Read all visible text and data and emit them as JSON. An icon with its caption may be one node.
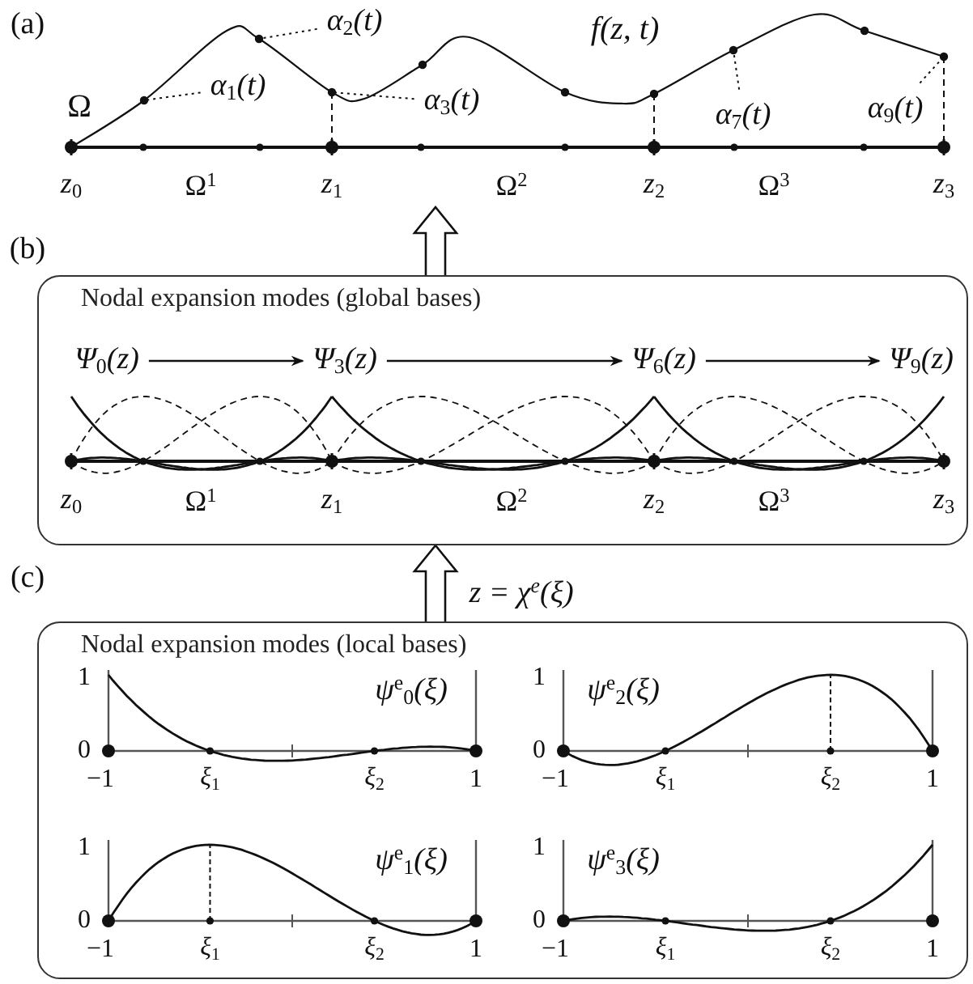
{
  "diagram": {
    "nodes": [
      {
        "text": [
          "α$_{1}$(t)"
        ]
      },
      {
        "text": [
          "α$_{2}$(t)"
        ]
      },
      {
        "text": [
          "α$_{3}$(t)"
        ]
      },
      {
        "text": [
          "α$_{7}$(t)"
        ]
      },
      {
        "text": [
          "α$_{9}$(t)"
        ]
      },
      {
        "text": [
          "Nodal expansion modes (global bases)"
        ]
      },
      {
        "text": [
          "Ψ$_{0}$(z)"
        ],
        "in": 5
      },
      {
        "text": [
          "Ψ$_{3}$(z)"
        ],
        "in": 5
      },
      {
        "text": [
          "Ψ$_{6}$(z)"
        ],
        "in": 5
      },
      {
        "text": [
          "Ψ$_{9}$(z)"
        ],
        "in": 5
      },
      {
        "text": [
          "Nodal expansion modes (local bases)"
        ]
      },
      {
        "text": [],
        "shape": "circle"
      },
      {
        "text": [],
        "shape": "circle"
      },
      {
        "text": [],
        "shape": "circle"
      },
      {
        "text": [],
        "shape": "circle"
      },
      {
        "text": [],
        "shape": "circle"
      }
    ],
    "edges": [
      {
        "from": 0,
        "to": 11,
        "arrow": "none",
        "style": "dashed"
      },
      {
        "from": 1,
        "to": 12,
        "arrow": "none",
        "style": "dashed"
      },
      {
        "from": 2,
        "to": 13,
        "arrow": "none",
        "style": "dashed"
      },
      {
        "from": 3,
        "to": 14,
        "arrow": "none",
        "style": "dashed"
      },
      {
        "from": 4,
        "to": 15,
        "arrow": "none",
        "style": "dashed"
      },
      {
        "from": 6,
        "to": 7,
        "arrow": "to"
      },
      {
        "from": 7,
        "to": 8,
        "arrow": "to"
      },
      {
        "from": 8,
        "to": 9,
        "arrow": "to"
      },
      {
        "from": 5,
        "to": null,
        "arrow": "to",
        "style": "thick"
      },
      {
        "from": 10,
        "to": 5,
        "arrow": "to",
        "style": "thick",
        "label": "z = χ$^{e}$(ξ)"
      }
    ],
    "labels": [
      "(a)",
      "f(z, t)",
      "Ω",
      "z$_{0}$",
      "Ω$^{1}$",
      "z$_{1}$",
      "Ω$^{2}$",
      "z$_{2}$",
      "Ω$^{3}$",
      "z$_{3}$",
      "(b)",
      "z$_{0}$",
      "Ω$^{1}$",
      "z$_{1}$",
      "Ω$^{2}$",
      "z$_{2}$",
      "Ω$^{3}$",
      "z$_{3}$",
      "(c)",
      "1",
      "0",
      "ψ$^{e}$$_{0}$(ξ)",
      "−1",
      "ξ$_{1}$",
      "ξ$_{2}$",
      "1",
      "1",
      "0",
      "ψ$^{e}$$_{2}$(ξ)",
      "−1",
      "ξ$_{1}$",
      "ξ$_{2}$",
      "1",
      "1",
      "0",
      "ψ$^{e}$$_{1}$(ξ)",
      "−1",
      "ξ$_{1}$",
      "ξ$_{2}$",
      "1",
      "1",
      "0",
      "ψ$^{e}$$_{3}$(ξ)",
      "−1",
      "ξ$_{1}$",
      "ξ$_{2}$",
      "1"
    ]
  }
}
